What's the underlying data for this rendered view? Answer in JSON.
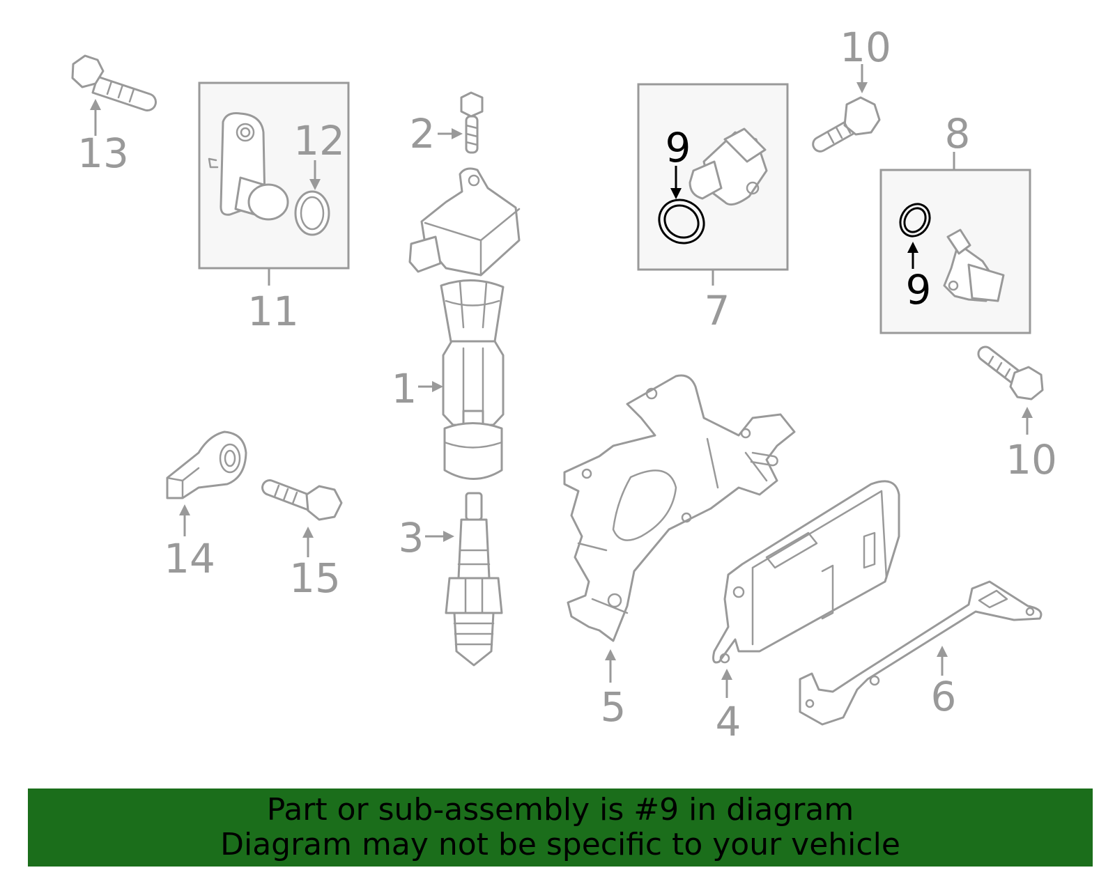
{
  "callouts": {
    "c1": "1",
    "c2": "2",
    "c3": "3",
    "c4": "4",
    "c5": "5",
    "c6": "6",
    "c7": "7",
    "c8": "8",
    "c9": "9",
    "c10": "10",
    "c11": "11",
    "c12": "12",
    "c13": "13",
    "c14": "14",
    "c15": "15"
  },
  "highlight": {
    "part_number": "9",
    "color": "#000000"
  },
  "colors": {
    "banner_bg": "#1b6e1b",
    "line_art": "#999999"
  },
  "banner": {
    "line1": "Part or sub-assembly is #9 in diagram",
    "line2": "Diagram may not be specific to your vehicle"
  }
}
